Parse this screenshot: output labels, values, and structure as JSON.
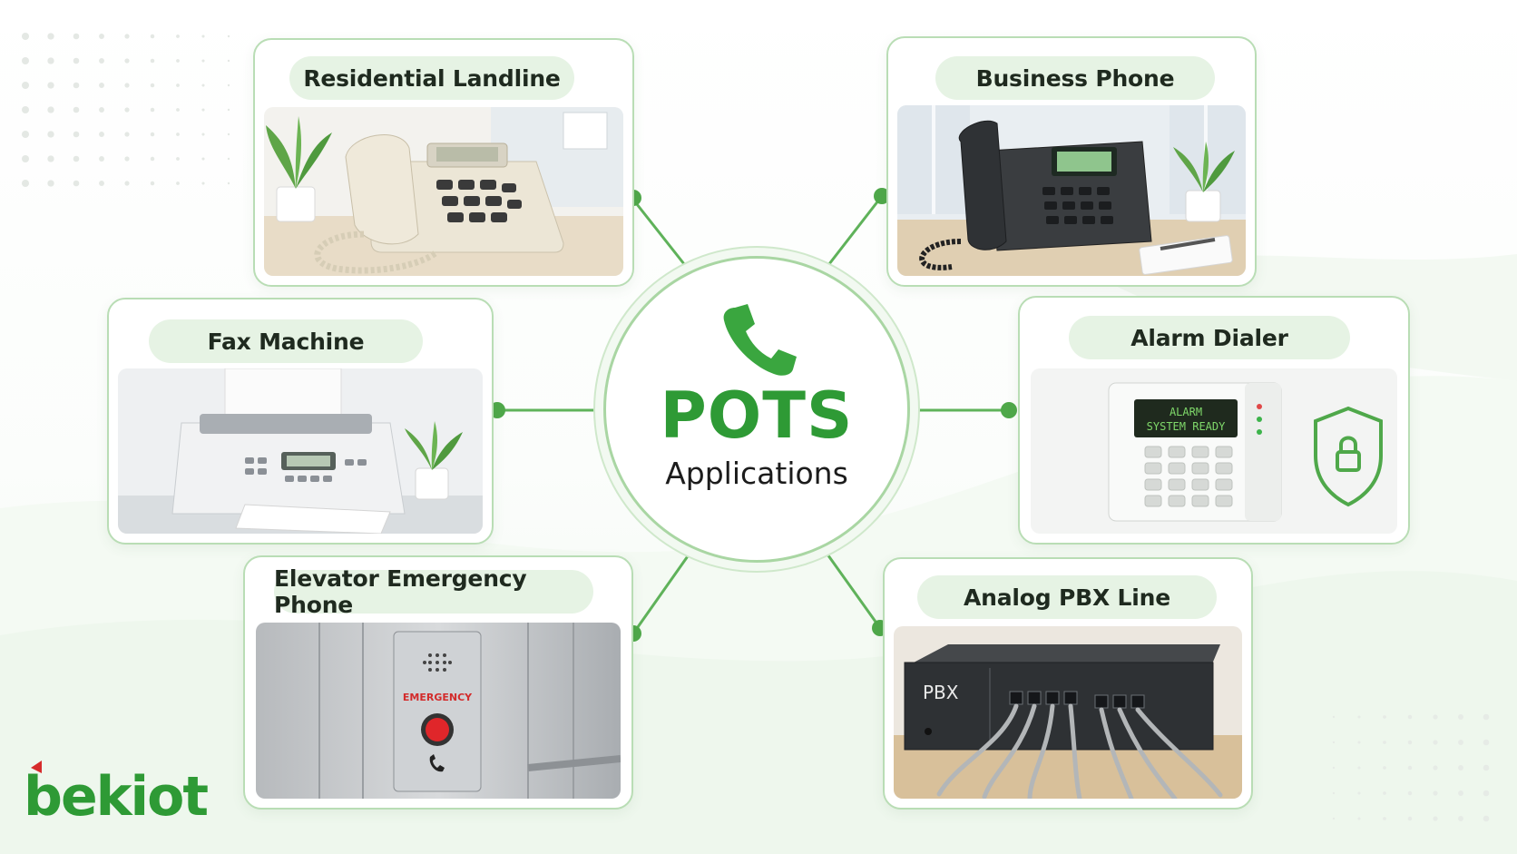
{
  "hub": {
    "title": "POTS",
    "subtitle": "Applications"
  },
  "nodes": {
    "residential": {
      "label": "Residential Landline"
    },
    "business": {
      "label": "Business Phone"
    },
    "fax": {
      "label": "Fax Machine"
    },
    "alarm": {
      "label": "Alarm Dialer",
      "screen_line1": "ALARM",
      "screen_line2": "SYSTEM READY"
    },
    "elevator": {
      "label": "Elevator Emergency Phone",
      "panel_text": "EMERGENCY"
    },
    "pbx": {
      "label": "Analog PBX Line",
      "device_text": "PBX"
    }
  },
  "brand": {
    "logo_text": "bekiot"
  },
  "colors": {
    "accent": "#2e9a35",
    "line": "#5fb25a",
    "card_border": "#b9ddb5",
    "pill_bg": "#e6f3e4"
  }
}
